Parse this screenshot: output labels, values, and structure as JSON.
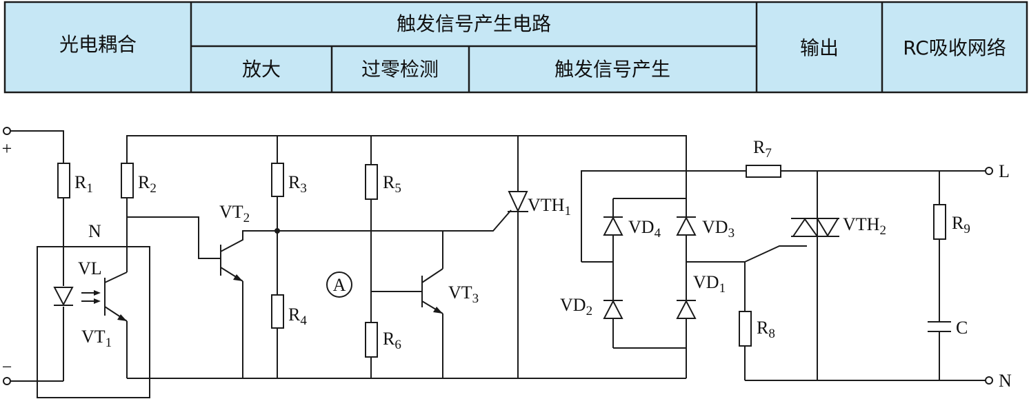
{
  "header_table": {
    "col_optocoupler": "光电耦合",
    "group_trigger": "触发信号产生电路",
    "sub_amplify": "放大",
    "sub_zero_cross": "过零检测",
    "sub_trigger_gen": "触发信号产生",
    "col_output": "输出",
    "col_rc": "RC吸收网络",
    "fill_color": "#c6e7f5"
  },
  "circuit": {
    "terminals": {
      "plus": "+",
      "minus": "−",
      "L": "L",
      "N": "N"
    },
    "labels": {
      "R1": {
        "main": "R",
        "sub": "1"
      },
      "R2": {
        "main": "R",
        "sub": "2"
      },
      "R3": {
        "main": "R",
        "sub": "3"
      },
      "R4": {
        "main": "R",
        "sub": "4"
      },
      "R5": {
        "main": "R",
        "sub": "5"
      },
      "R6": {
        "main": "R",
        "sub": "6"
      },
      "R7": {
        "main": "R",
        "sub": "7"
      },
      "R8": {
        "main": "R",
        "sub": "8"
      },
      "R9": {
        "main": "R",
        "sub": "9"
      },
      "VT1": {
        "main": "VT",
        "sub": "1"
      },
      "VT2": {
        "main": "VT",
        "sub": "2"
      },
      "VT3": {
        "main": "VT",
        "sub": "3"
      },
      "VTH1": {
        "main": "VTH",
        "sub": "1"
      },
      "VTH2": {
        "main": "VTH",
        "sub": "2"
      },
      "VD1": {
        "main": "VD",
        "sub": "1"
      },
      "VD2": {
        "main": "VD",
        "sub": "2"
      },
      "VD3": {
        "main": "VD",
        "sub": "3"
      },
      "VD4": {
        "main": "VD",
        "sub": "4"
      },
      "VL": "VL",
      "N_box": "N",
      "C": "C",
      "A": "A"
    }
  }
}
